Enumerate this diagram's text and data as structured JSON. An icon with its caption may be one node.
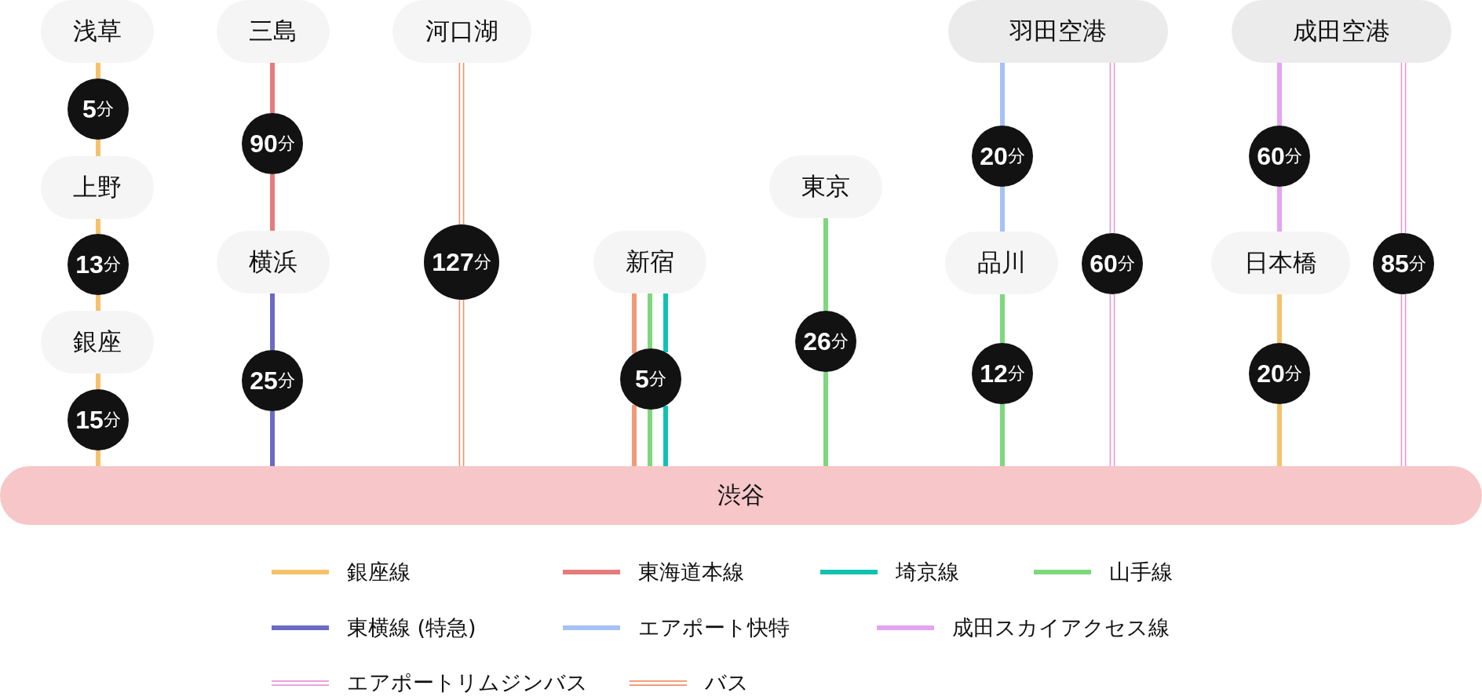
{
  "diagram": {
    "nodes": [
      {
        "text": [
          "浅草"
        ]
      },
      {
        "text": [
          "**5**分"
        ]
      },
      {
        "text": [
          "上野"
        ]
      },
      {
        "text": [
          "**13**分"
        ]
      },
      {
        "text": [
          "銀座"
        ]
      },
      {
        "text": [
          "**15**分"
        ]
      },
      {
        "text": [
          "三島"
        ]
      },
      {
        "text": [
          "**90**分"
        ]
      },
      {
        "text": [
          "横浜"
        ]
      },
      {
        "text": [
          "**25**分"
        ]
      },
      {
        "text": [
          "河口湖"
        ]
      },
      {
        "text": [
          "**127**分"
        ]
      },
      {
        "text": [
          "新宿"
        ]
      },
      {
        "text": [
          "**5**分"
        ]
      },
      {
        "text": [
          "東京"
        ]
      },
      {
        "text": [
          "**26**分"
        ]
      },
      {
        "text": [
          "羽田空港"
        ]
      },
      {
        "text": [
          "**20**分"
        ]
      },
      {
        "text": [
          "品川"
        ]
      },
      {
        "text": [
          "**12**分"
        ]
      },
      {
        "text": [
          "**60**分"
        ]
      },
      {
        "text": [
          "成田空港"
        ]
      },
      {
        "text": [
          "**60**分"
        ]
      },
      {
        "text": [
          "日本橋"
        ]
      },
      {
        "text": [
          "**20**分"
        ]
      },
      {
        "text": [
          "**85**分"
        ]
      },
      {
        "text": [
          "渋谷"
        ]
      }
    ],
    "edges": [
      {
        "from": 0,
        "to": 1,
        "arrow": "none",
        "color": "#f5c26b"
      },
      {
        "from": 1,
        "to": 2,
        "arrow": "none",
        "color": "#f5c26b"
      },
      {
        "from": 2,
        "to": 3,
        "arrow": "none",
        "color": "#f5c26b"
      },
      {
        "from": 3,
        "to": 4,
        "arrow": "none",
        "color": "#f5c26b"
      },
      {
        "from": 4,
        "to": 5,
        "arrow": "none",
        "color": "#f5c26b"
      },
      {
        "from": 5,
        "to": 26,
        "arrow": "none",
        "color": "#f5c26b"
      },
      {
        "from": 6,
        "to": 7,
        "arrow": "none",
        "color": "#e57c7c"
      },
      {
        "from": 7,
        "to": 8,
        "arrow": "none",
        "color": "#e57c7c"
      },
      {
        "from": 8,
        "to": 9,
        "arrow": "none",
        "color": "#6b6bc4"
      },
      {
        "from": 9,
        "to": 26,
        "arrow": "none",
        "color": "#6b6bc4"
      },
      {
        "from": 10,
        "to": 11,
        "arrow": "none",
        "color": "#f2946e"
      },
      {
        "from": 11,
        "to": 26,
        "arrow": "none",
        "color": "#f2946e"
      },
      {
        "from": 12,
        "to": 13,
        "arrow": "none",
        "color": "#f29a78"
      },
      {
        "from": 13,
        "to": 26,
        "arrow": "none",
        "color": "#f29a78"
      },
      {
        "from": 12,
        "to": 13,
        "arrow": "none",
        "color": "#7dd87d"
      },
      {
        "from": 13,
        "to": 26,
        "arrow": "none",
        "color": "#7dd87d"
      },
      {
        "from": 12,
        "to": 13,
        "arrow": "none",
        "color": "#10c2b0"
      },
      {
        "from": 13,
        "to": 26,
        "arrow": "none",
        "color": "#10c2b0"
      },
      {
        "from": 14,
        "to": 15,
        "arrow": "none",
        "color": "#7dd87d"
      },
      {
        "from": 15,
        "to": 26,
        "arrow": "none",
        "color": "#7dd87d"
      },
      {
        "from": 16,
        "to": 17,
        "arrow": "none",
        "color": "#a6c1f5"
      },
      {
        "from": 17,
        "to": 18,
        "arrow": "none",
        "color": "#a6c1f5"
      },
      {
        "from": 18,
        "to": 19,
        "arrow": "none",
        "color": "#7dd87d"
      },
      {
        "from": 19,
        "to": 26,
        "arrow": "none",
        "color": "#7dd87d"
      },
      {
        "from": 16,
        "to": 20,
        "arrow": "none",
        "color": "#e59bd6"
      },
      {
        "from": 20,
        "to": 26,
        "arrow": "none",
        "color": "#e59bd6"
      },
      {
        "from": 21,
        "to": 22,
        "arrow": "none",
        "color": "#e6a3f2"
      },
      {
        "from": 22,
        "to": 23,
        "arrow": "none",
        "color": "#e6a3f2"
      },
      {
        "from": 23,
        "to": 24,
        "arrow": "none",
        "color": "#f5c26b"
      },
      {
        "from": 24,
        "to": 26,
        "arrow": "none",
        "color": "#f5c26b"
      },
      {
        "from": 21,
        "to": 25,
        "arrow": "none",
        "color": "#e59bd6"
      },
      {
        "from": 25,
        "to": 26,
        "arrow": "none",
        "color": "#e59bd6"
      }
    ],
    "legend": [
      {
        "text": "銀座線",
        "color": "#f5c26b"
      },
      {
        "text": "東海道本線",
        "color": "#e57c7c"
      },
      {
        "text": "埼京線",
        "color": "#10c2b0"
      },
      {
        "text": "山手線",
        "color": "#7dd87d"
      },
      {
        "text": "東横線 (特急)",
        "color": "#6b6bc4"
      },
      {
        "text": "エアポート快特",
        "color": "#a6c1f5"
      },
      {
        "text": "成田スカイアクセス線",
        "color": "#e6a3f2"
      },
      {
        "text": "エアポートリムジンバス",
        "color": "#e59bd6"
      },
      {
        "text": "バス",
        "color": "#f2946e"
      }
    ]
  }
}
